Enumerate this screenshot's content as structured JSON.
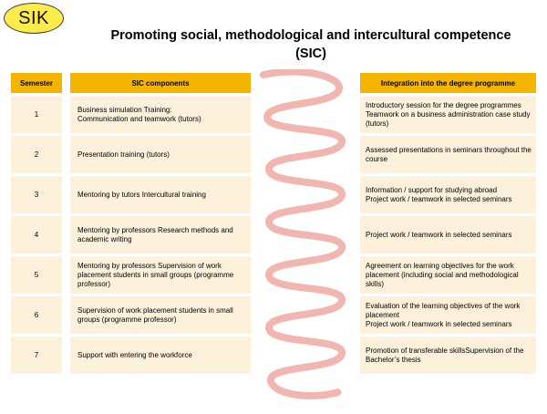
{
  "logo": {
    "text": "SIK",
    "bg_color": "#ffeb4a"
  },
  "title": "Promoting social, methodological and intercultural competence\n(SIC)",
  "headers": {
    "semester": "Semester",
    "components": "SIC components",
    "integration": "Integration into the degree programme"
  },
  "accent_color": "#f4b400",
  "row_color": "#fdf1dc",
  "wave_color": "#f2b6b0",
  "rows": [
    {
      "semester": "1",
      "component": "Business simulation Training:\nCommunication and teamwork (tutors)",
      "integration": "Introductory session for the degree programmes\nTeamwork on a business administration case study (tutors)"
    },
    {
      "semester": "2",
      "component": "Presentation training (tutors)",
      "integration": "Assessed presentations in seminars throughout the course"
    },
    {
      "semester": "3",
      "component": "Mentoring by tutors Intercultural training",
      "integration": "Information / support for studying abroad\nProject work / teamwork in selected seminars"
    },
    {
      "semester": "4",
      "component": "Mentoring by professors Research methods and academic writing",
      "integration": "Project work / teamwork in selected seminars"
    },
    {
      "semester": "5",
      "component": "Mentoring by professors Supervision of work placement students in small groups (programme professor)",
      "integration": "Agreement on learning objectives for the work placement (including social and methodological skills)"
    },
    {
      "semester": "6",
      "component": "Supervision of work placement students in small groups (programme professor)",
      "integration": "Evaluation of the learning objectives of the work placement\nProject work / teamwork in selected seminars"
    },
    {
      "semester": "7",
      "component": "Support with entering the workforce",
      "integration": "Promotion of transferable skillsSupervision of the Bachelor’s thesis"
    }
  ]
}
